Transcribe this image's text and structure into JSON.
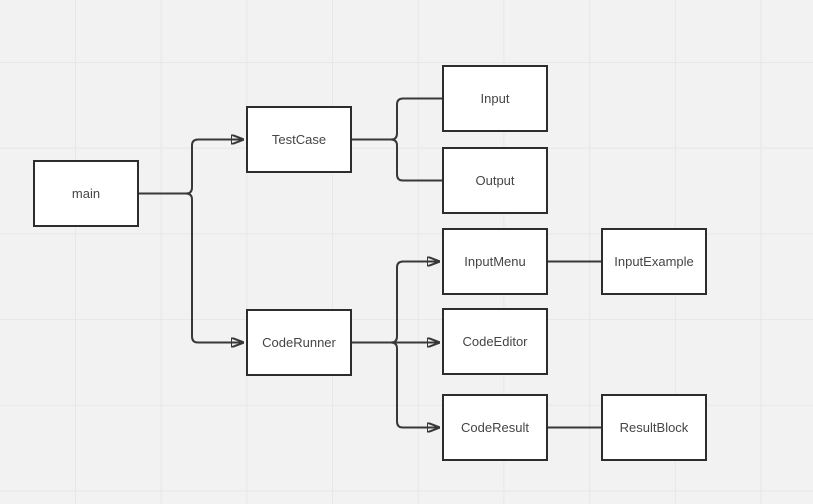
{
  "canvas": {
    "background_color": "#f2f2f2",
    "grid_line_color": "#e7e7e7",
    "node_fill_color": "#ffffff",
    "node_border_color": "#2d2d2d",
    "edge_color": "#383838",
    "text_color": "#454545"
  },
  "nodes": {
    "main": {
      "label": "main"
    },
    "testcase": {
      "label": "TestCase"
    },
    "input": {
      "label": "Input"
    },
    "output": {
      "label": "Output"
    },
    "inputmenu": {
      "label": "InputMenu"
    },
    "inputexample": {
      "label": "InputExample"
    },
    "coderunner": {
      "label": "CodeRunner"
    },
    "codeeditor": {
      "label": "CodeEditor"
    },
    "coderesult": {
      "label": "CodeResult"
    },
    "resultblock": {
      "label": "ResultBlock"
    }
  },
  "edges": [
    {
      "from": "main",
      "to": "TestCase",
      "arrow": true
    },
    {
      "from": "main",
      "to": "CodeRunner",
      "arrow": true
    },
    {
      "from": "TestCase",
      "to": "Input",
      "arrow": false
    },
    {
      "from": "TestCase",
      "to": "Output",
      "arrow": false
    },
    {
      "from": "CodeRunner",
      "to": "InputMenu",
      "arrow": true
    },
    {
      "from": "CodeRunner",
      "to": "CodeEditor",
      "arrow": true
    },
    {
      "from": "CodeRunner",
      "to": "CodeResult",
      "arrow": true
    },
    {
      "from": "InputMenu",
      "to": "InputExample",
      "arrow": false
    },
    {
      "from": "CodeResult",
      "to": "ResultBlock",
      "arrow": false
    }
  ]
}
